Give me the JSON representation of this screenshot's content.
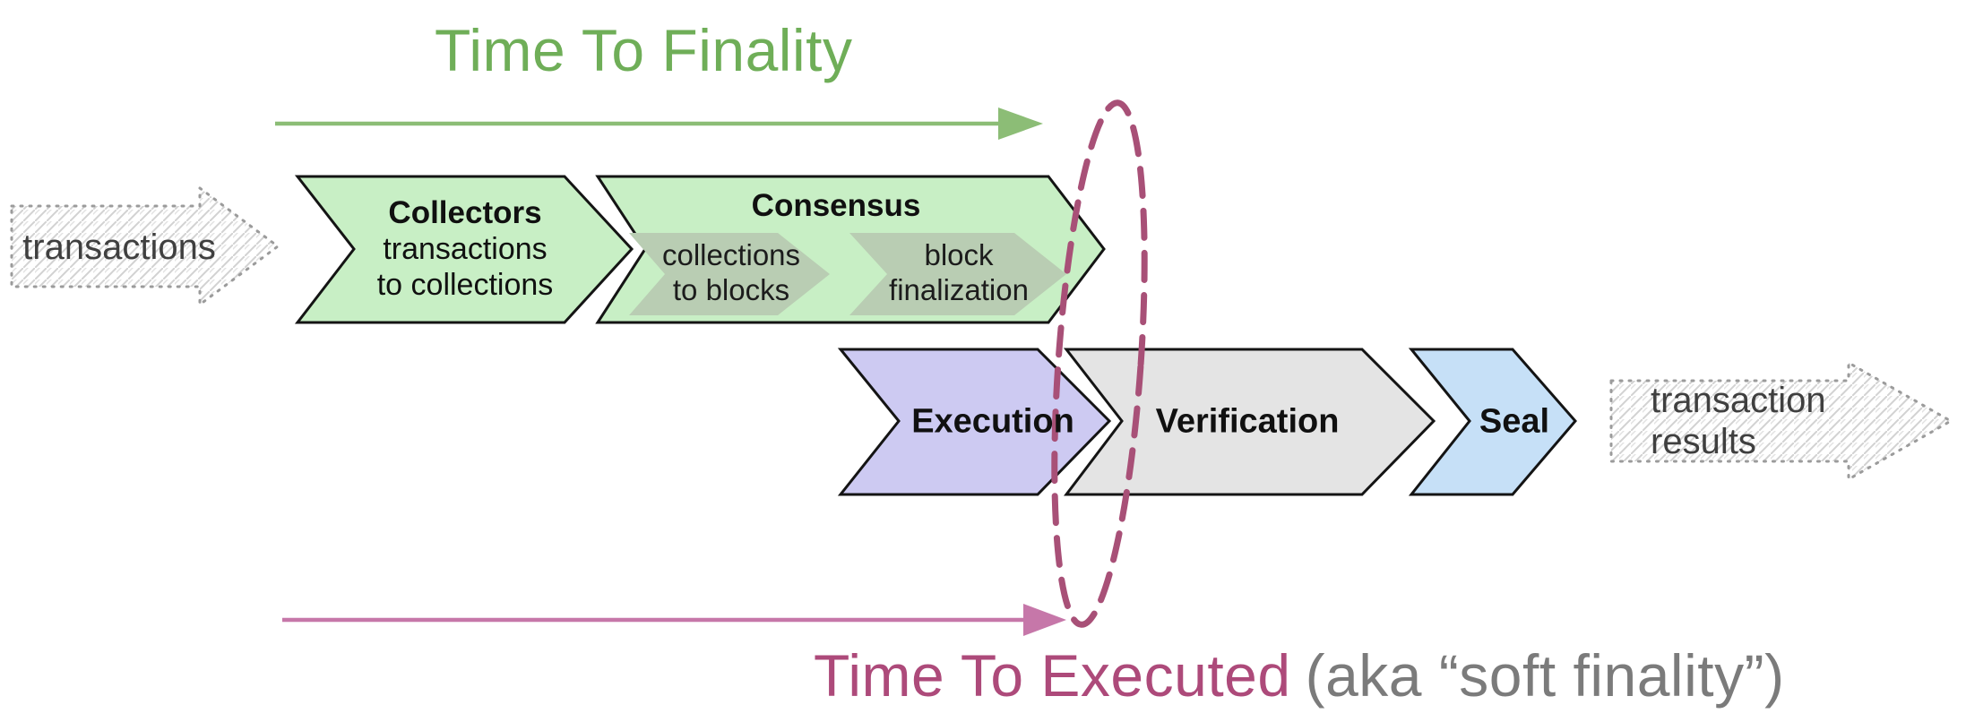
{
  "diagram": {
    "title_top": "Time To Finality",
    "title_bottom": "Time To Executed",
    "title_bottom_note": "(aka “soft finality”)",
    "input_arrow": {
      "label": "transactions"
    },
    "output_arrow": {
      "line1": "transaction",
      "line2": "results"
    },
    "stages": {
      "collectors": {
        "title": "Collectors",
        "line1": "transactions",
        "line2": "to collections"
      },
      "consensus": {
        "title": "Consensus",
        "sub_stages": [
          {
            "line1": "collections",
            "line2": "to blocks"
          },
          {
            "line1": "block",
            "line2": "finalization"
          }
        ]
      },
      "execution": {
        "title": "Execution"
      },
      "verification": {
        "title": "Verification"
      },
      "seal": {
        "title": "Seal"
      }
    },
    "colors": {
      "finality_title_green": "#6fae58",
      "finality_arrow_green": "#8cbd76",
      "stage_green": "#c8efc5",
      "sub_stage_gray_green": "#b9cdb3",
      "execution_purple": "#cdcaf2",
      "verification_gray": "#e4e4e4",
      "seal_blue": "#c6e0f7",
      "executed_title_mauve": "#ad4a7a",
      "executed_arrow_pink": "#c677a9",
      "boundary_ellipse_mauve": "#a85077",
      "note_gray": "#7b7b7b",
      "outline_black": "#141414",
      "sketch_border_gray": "#9b9b9b",
      "sketch_hatch_gray": "#d2d2d2"
    }
  }
}
